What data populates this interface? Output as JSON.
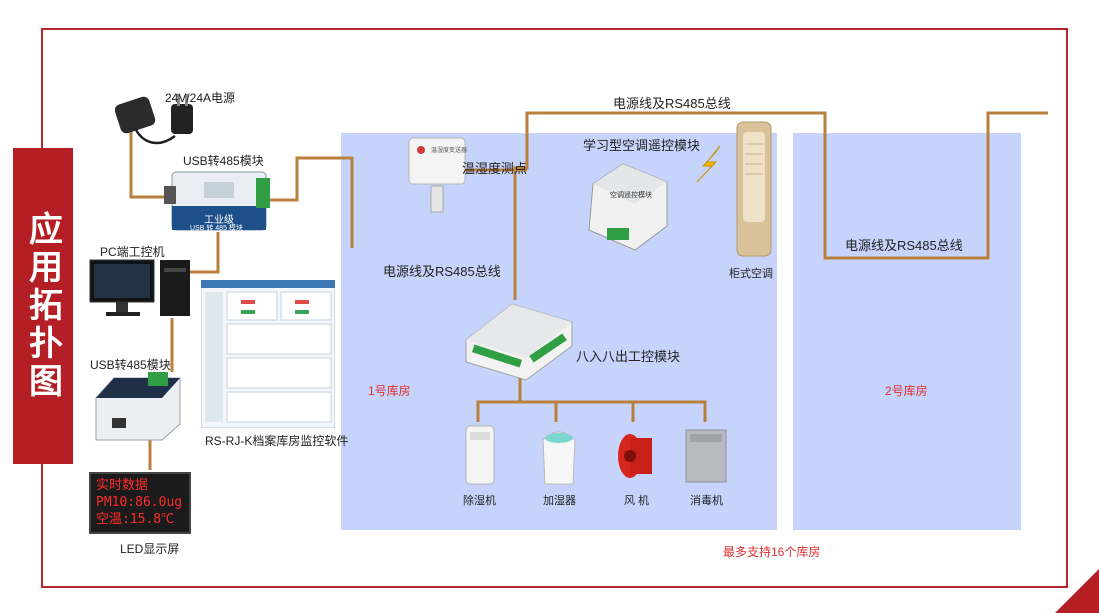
{
  "side_title": "应用拓扑图",
  "colors": {
    "frame": "#b8262b",
    "wire": "#b8803c",
    "room": "#c6d3fb",
    "red_label": "#e03030"
  },
  "devices": {
    "power": "24V/24A电源",
    "usb485_top": "USB转485模块",
    "pc": "PC端工控机",
    "usb485_bottom": "USB转485模块",
    "software": "RS-RJ-K档案库房监控软件",
    "led": "LED显示屏",
    "sensor": "温湿度测点",
    "ac_module": "学习型空调遥控模块",
    "ac": "柜式空调",
    "io_module": "八入八出工控模块",
    "dehumidifier": "除湿机",
    "humidifier": "加湿器",
    "fan": "风 机",
    "disinfector": "消毒机"
  },
  "device_text": {
    "usb_module_face": "工业级",
    "usb_module_sub": "USB 转 485 模块",
    "sensor_brand": "温湿度变送器",
    "ac_module_face": "空调遥控模块"
  },
  "buses": {
    "top": "电源线及RS485总线",
    "room1": "电源线及RS485总线",
    "right": "电源线及RS485总线"
  },
  "rooms": {
    "room1": "1号库房",
    "room2": "2号库房",
    "note": "最多支持16个库房"
  },
  "led_screen": {
    "line1": "实时数据",
    "line2": "PM10:86.0ug",
    "line3": "空温:15.8℃"
  }
}
